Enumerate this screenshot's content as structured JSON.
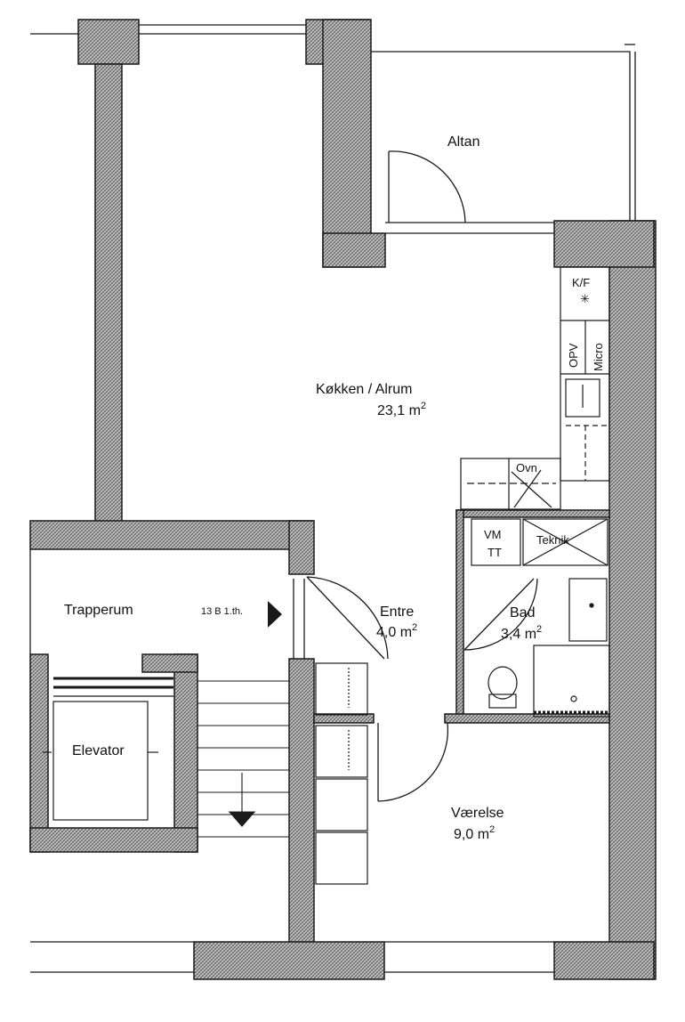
{
  "rooms": {
    "altan": {
      "name": "Altan"
    },
    "kitchen": {
      "name": "Køkken / Alrum",
      "area": "23,1 m",
      "sup": "2"
    },
    "entre": {
      "name": "Entre",
      "area": "4,0 m",
      "sup": "2"
    },
    "bad": {
      "name": "Bad",
      "area": "3,4 m",
      "sup": "2"
    },
    "vaerelse": {
      "name": "Værelse",
      "area": "9,0 m",
      "sup": "2"
    },
    "trapperum": {
      "name": "Trapperum"
    },
    "elevator": {
      "name": "Elevator"
    }
  },
  "fixtures": {
    "kf": "K/F",
    "opv": "OPV",
    "micro": "Micro",
    "ovn": "Ovn",
    "vm": "VM",
    "tt": "TT",
    "teknik": "Teknik"
  },
  "unit_label": "13 B 1.th.",
  "colors": {
    "wall_fill": "#bdbdbd",
    "line": "#1a1a1a"
  }
}
